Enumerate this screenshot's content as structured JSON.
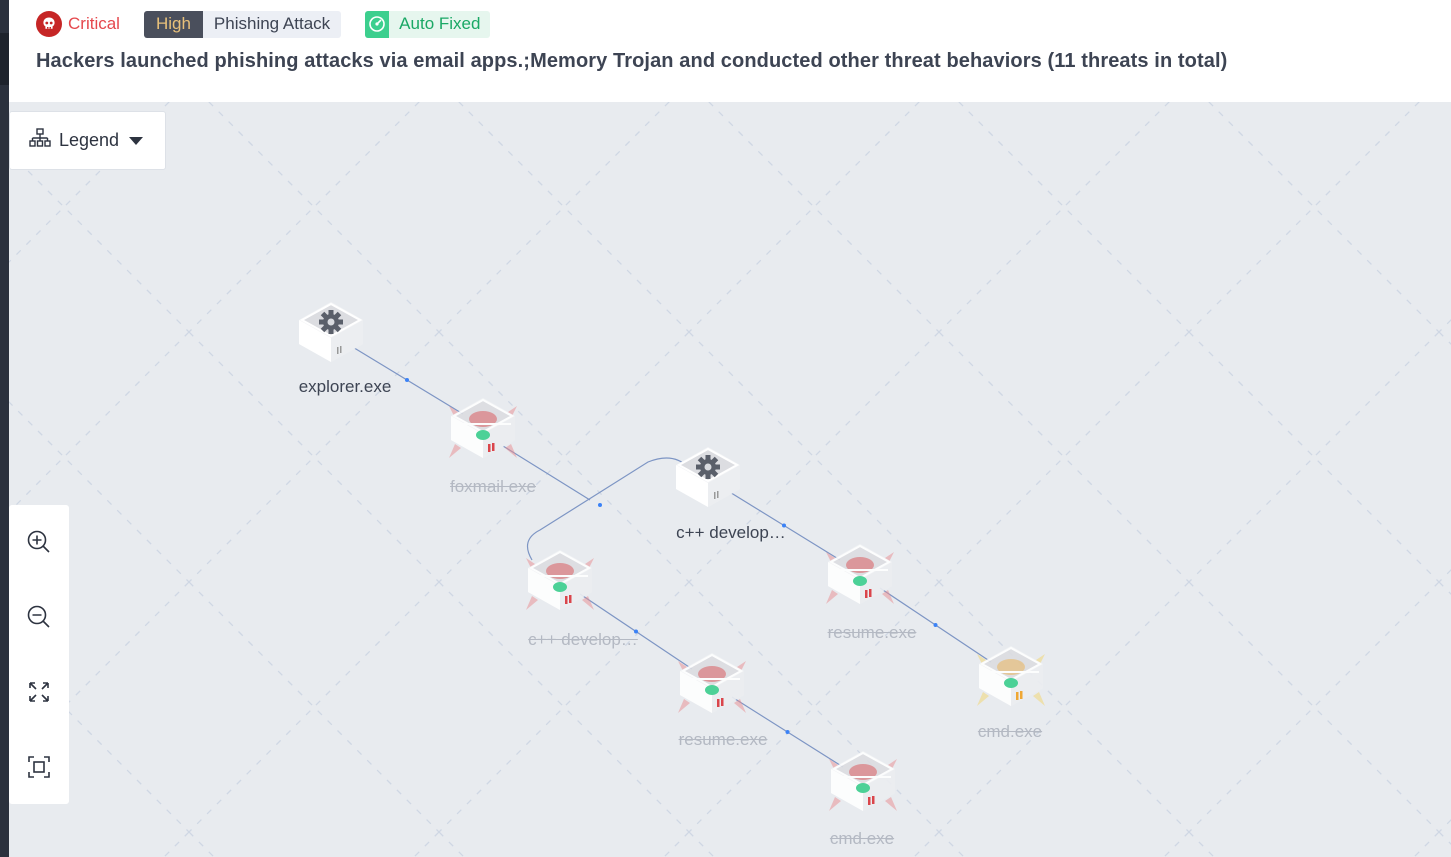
{
  "header": {
    "severity": {
      "label": "Critical",
      "icon": "skull-icon",
      "color": "#e5484d"
    },
    "level_tag": "High",
    "type_tag": "Phishing Attack",
    "status": {
      "label": "Auto Fixed",
      "icon": "radar-icon",
      "color": "#1aa865"
    },
    "title": "Hackers launched phishing attacks via email apps.;Memory Trojan and conducted other threat behaviors (11 threats in total)"
  },
  "legend": {
    "label": "Legend",
    "icon": "hierarchy-icon"
  },
  "zoom_controls": [
    {
      "name": "zoom-in-button",
      "icon": "zoom-in-icon"
    },
    {
      "name": "zoom-out-button",
      "icon": "zoom-out-icon"
    },
    {
      "name": "fit-view-button",
      "icon": "expand-arrows-icon"
    },
    {
      "name": "center-view-button",
      "icon": "focus-frame-icon"
    }
  ],
  "graph": {
    "nodes": [
      {
        "id": "n1",
        "label": "explorer.exe",
        "kind": "process",
        "state": "normal"
      },
      {
        "id": "n2",
        "label": "foxmail.exe",
        "kind": "threat",
        "state": "fixed",
        "severity": "critical"
      },
      {
        "id": "n3",
        "label": "c++ develop…",
        "kind": "process",
        "state": "normal"
      },
      {
        "id": "n4",
        "label": "c++ develop…",
        "kind": "threat",
        "state": "fixed",
        "severity": "critical"
      },
      {
        "id": "n5",
        "label": "resume.exe",
        "kind": "threat",
        "state": "fixed",
        "severity": "critical"
      },
      {
        "id": "n6",
        "label": "cmd.exe",
        "kind": "threat",
        "state": "fixed",
        "severity": "medium"
      },
      {
        "id": "n7",
        "label": "resume.exe",
        "kind": "threat",
        "state": "fixed",
        "severity": "critical"
      },
      {
        "id": "n8",
        "label": "cmd.exe",
        "kind": "threat",
        "state": "fixed",
        "severity": "critical"
      }
    ],
    "edges": [
      [
        "n1",
        "n2"
      ],
      [
        "n2",
        "n4"
      ],
      [
        "n4",
        "n3"
      ],
      [
        "n3",
        "n5"
      ],
      [
        "n5",
        "n6"
      ],
      [
        "n4",
        "n7"
      ],
      [
        "n7",
        "n8"
      ]
    ],
    "colors": {
      "critical": "#d9343a",
      "medium": "#f0a020",
      "edge": "#7d95c4",
      "arrow": "#3b82f6"
    }
  }
}
